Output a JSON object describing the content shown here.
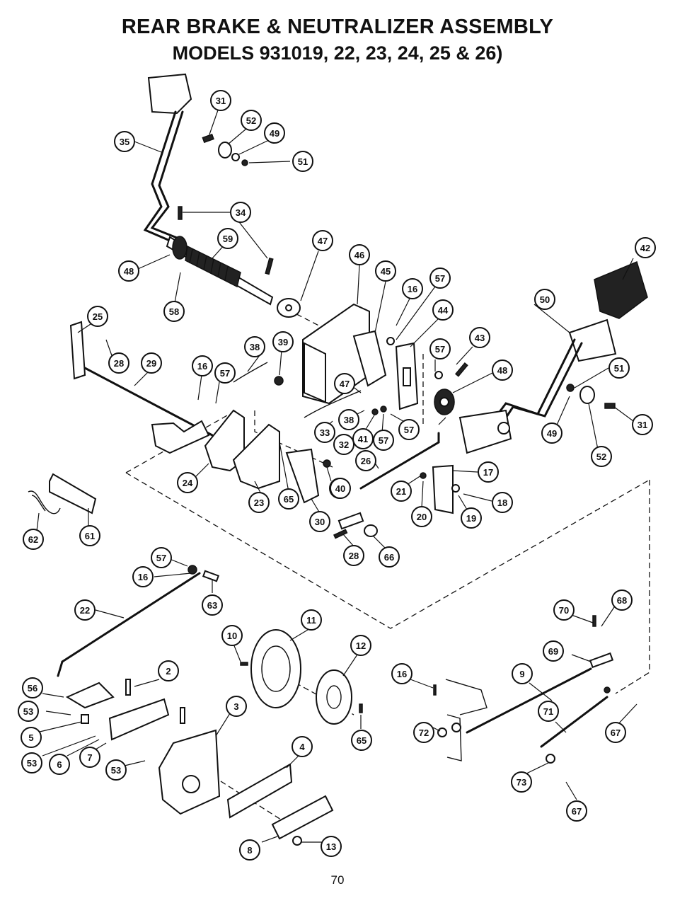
{
  "title": {
    "line1": "REAR BRAKE & NEUTRALIZER ASSEMBLY",
    "line2": "MODELS 931019, 22, 23, 24, 25 & 26)"
  },
  "page_number": "70",
  "callouts": [
    {
      "label": "31"
    },
    {
      "label": "52"
    },
    {
      "label": "49"
    },
    {
      "label": "51"
    },
    {
      "label": "35"
    },
    {
      "label": "34"
    },
    {
      "label": "59"
    },
    {
      "label": "47"
    },
    {
      "label": "46"
    },
    {
      "label": "45"
    },
    {
      "label": "16"
    },
    {
      "label": "57"
    },
    {
      "label": "42"
    },
    {
      "label": "48"
    },
    {
      "label": "58"
    },
    {
      "label": "44"
    },
    {
      "label": "50"
    },
    {
      "label": "25"
    },
    {
      "label": "39"
    },
    {
      "label": "38"
    },
    {
      "label": "43"
    },
    {
      "label": "57"
    },
    {
      "label": "28"
    },
    {
      "label": "29"
    },
    {
      "label": "16"
    },
    {
      "label": "57"
    },
    {
      "label": "47"
    },
    {
      "label": "48"
    },
    {
      "label": "51"
    },
    {
      "label": "38"
    },
    {
      "label": "57"
    },
    {
      "label": "33"
    },
    {
      "label": "32"
    },
    {
      "label": "40"
    },
    {
      "label": "41"
    },
    {
      "label": "57"
    },
    {
      "label": "49"
    },
    {
      "label": "31"
    },
    {
      "label": "26"
    },
    {
      "label": "17"
    },
    {
      "label": "52"
    },
    {
      "label": "24"
    },
    {
      "label": "40"
    },
    {
      "label": "21"
    },
    {
      "label": "18"
    },
    {
      "label": "23"
    },
    {
      "label": "65"
    },
    {
      "label": "30"
    },
    {
      "label": "20"
    },
    {
      "label": "19"
    },
    {
      "label": "62"
    },
    {
      "label": "61"
    },
    {
      "label": "28"
    },
    {
      "label": "66"
    },
    {
      "label": "57"
    },
    {
      "label": "16"
    },
    {
      "label": "63"
    },
    {
      "label": "22"
    },
    {
      "label": "70"
    },
    {
      "label": "68"
    },
    {
      "label": "11"
    },
    {
      "label": "10"
    },
    {
      "label": "12"
    },
    {
      "label": "69"
    },
    {
      "label": "16"
    },
    {
      "label": "9"
    },
    {
      "label": "2"
    },
    {
      "label": "56"
    },
    {
      "label": "53"
    },
    {
      "label": "71"
    },
    {
      "label": "5"
    },
    {
      "label": "3"
    },
    {
      "label": "65"
    },
    {
      "label": "72"
    },
    {
      "label": "67"
    },
    {
      "label": "53"
    },
    {
      "label": "6"
    },
    {
      "label": "7"
    },
    {
      "label": "53"
    },
    {
      "label": "4"
    },
    {
      "label": "73"
    },
    {
      "label": "67"
    },
    {
      "label": "8"
    },
    {
      "label": "13"
    }
  ]
}
